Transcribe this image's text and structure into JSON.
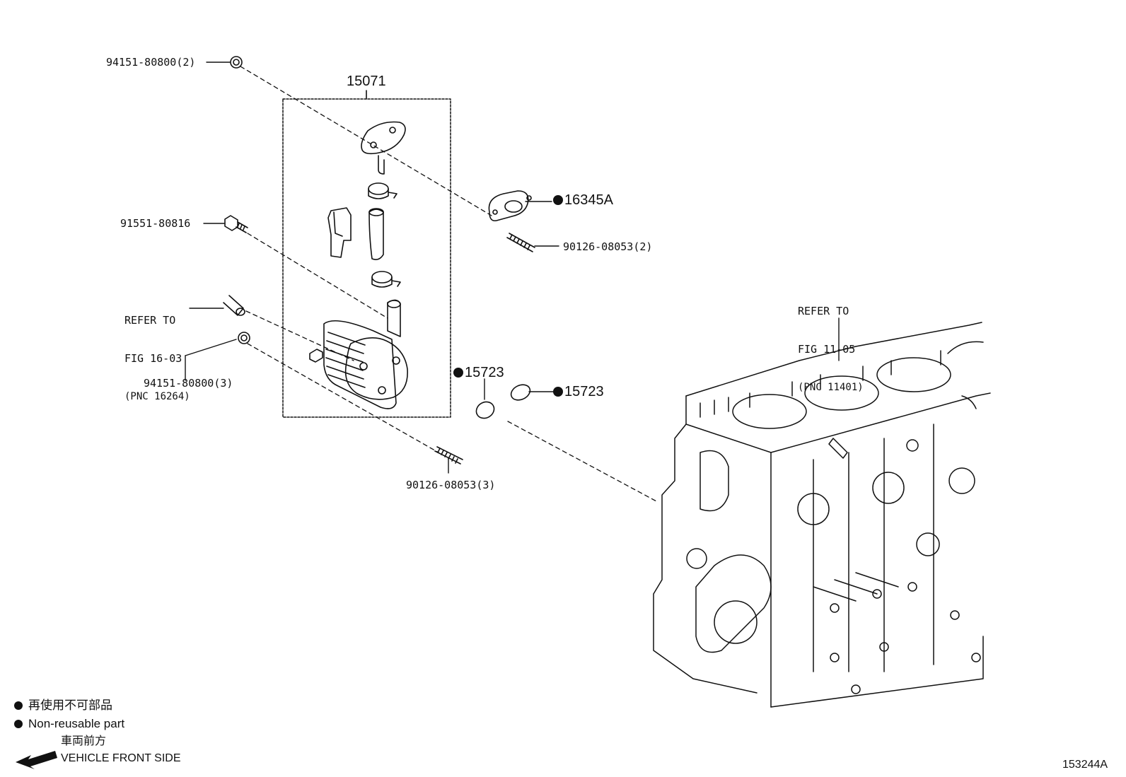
{
  "diagram_id": "153244A",
  "assembly": {
    "label": "15071"
  },
  "callouts": {
    "bolt_top": "94151-80800(2)",
    "bolt_left": "91551-80816",
    "nut_lower": "94151-80800(3)",
    "stud_upper": "90126-08053(2)",
    "stud_lower": "90126-08053(3)",
    "gasket": "16345A",
    "oring_a": "15723",
    "oring_b": "15723"
  },
  "refs": {
    "left": {
      "line1": "REFER TO",
      "line2": "FIG 16-03",
      "line3": "(PNC 16264)"
    },
    "right": {
      "line1": "REFER TO",
      "line2": "FIG 11-05",
      "line3": "(PNC 11401)"
    }
  },
  "legend": {
    "non_reusable_jp": "再使用不可部品",
    "non_reusable_en": "Non-reusable part",
    "front_jp": "車両前方",
    "front_en": "VEHICLE FRONT SIDE"
  },
  "colors": {
    "ink": "#111111",
    "paper": "#ffffff"
  }
}
